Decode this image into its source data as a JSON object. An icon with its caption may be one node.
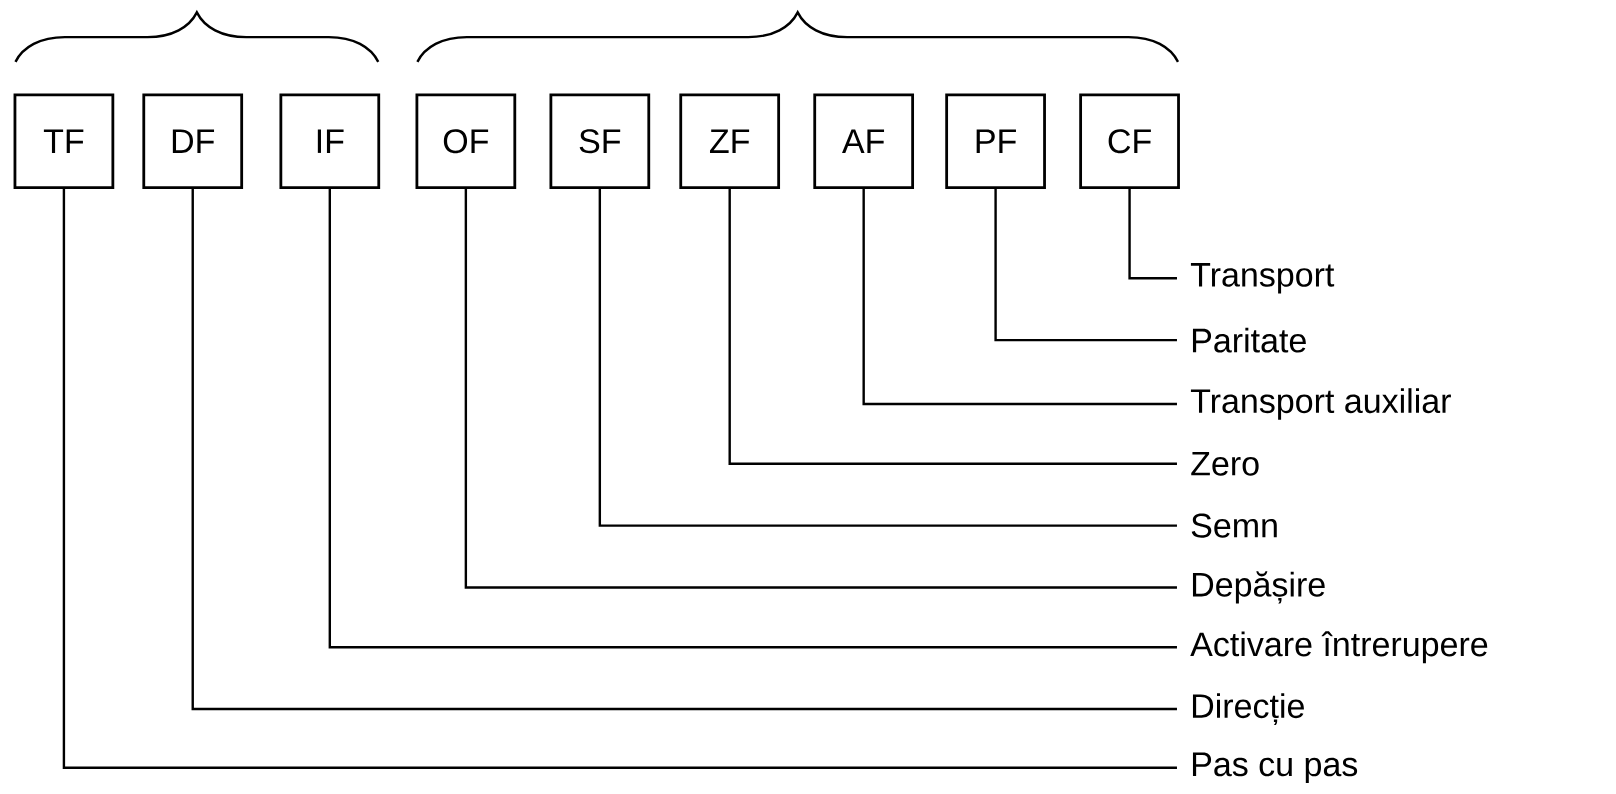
{
  "diagram": {
    "nodes": [
      {
        "text": [
          "TF"
        ]
      },
      {
        "text": [
          "DF"
        ]
      },
      {
        "text": [
          "IF"
        ]
      },
      {
        "text": [
          "OF"
        ]
      },
      {
        "text": [
          "SF"
        ]
      },
      {
        "text": [
          "ZF"
        ]
      },
      {
        "text": [
          "AF"
        ]
      },
      {
        "text": [
          "PF"
        ]
      },
      {
        "text": [
          "CF"
        ]
      },
      {
        "text": [
          "Transport"
        ]
      },
      {
        "text": [
          "Paritate"
        ]
      },
      {
        "text": [
          "Transport auxiliar"
        ]
      },
      {
        "text": [
          "Zero"
        ]
      },
      {
        "text": [
          "Semn"
        ]
      },
      {
        "text": [
          "Depășire"
        ]
      },
      {
        "text": [
          "Activare întrerupere"
        ]
      },
      {
        "text": [
          "Direcție"
        ]
      },
      {
        "text": [
          "Pas cu pas"
        ]
      }
    ],
    "edges": [
      {
        "from": 8,
        "to": 9,
        "arrow": "none"
      },
      {
        "from": 7,
        "to": 10,
        "arrow": "none"
      },
      {
        "from": 6,
        "to": 11,
        "arrow": "none"
      },
      {
        "from": 5,
        "to": 12,
        "arrow": "none"
      },
      {
        "from": 4,
        "to": 13,
        "arrow": "none"
      },
      {
        "from": 3,
        "to": 14,
        "arrow": "none"
      },
      {
        "from": 2,
        "to": 15,
        "arrow": "none"
      },
      {
        "from": 1,
        "to": 16,
        "arrow": "none"
      },
      {
        "from": 0,
        "to": 17,
        "arrow": "none"
      }
    ]
  }
}
